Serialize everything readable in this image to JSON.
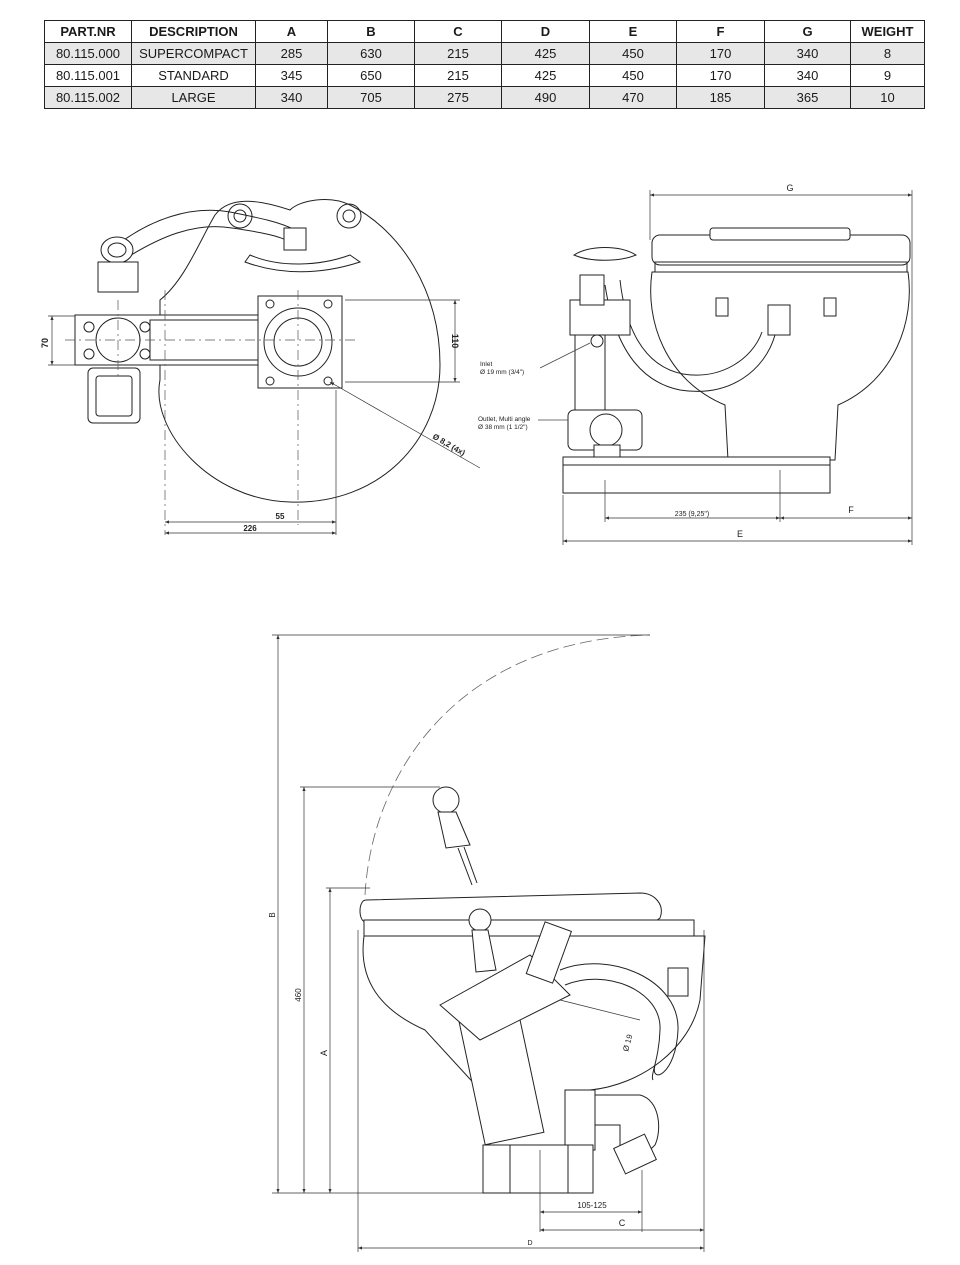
{
  "table": {
    "headers": [
      "PART.NR",
      "DESCRIPTION",
      "A",
      "B",
      "C",
      "D",
      "E",
      "F",
      "G",
      "WEIGHT"
    ],
    "rows": [
      [
        "80.115.000",
        "SUPERCOMPACT",
        "285",
        "630",
        "215",
        "425",
        "450",
        "170",
        "340",
        "8"
      ],
      [
        "80.115.001",
        "STANDARD",
        "345",
        "650",
        "215",
        "425",
        "450",
        "170",
        "340",
        "9"
      ],
      [
        "80.115.002",
        "LARGE",
        "340",
        "705",
        "275",
        "490",
        "470",
        "185",
        "365",
        "10"
      ]
    ]
  },
  "top_view": {
    "dim_70": "70",
    "dim_110": "110",
    "dim_hole": "Ø 8,2 (4x)",
    "dim_226": "226",
    "dim_55": "55"
  },
  "front_view": {
    "dim_g": "G",
    "inlet_line1": "Inlet",
    "inlet_line2": "Ø 19 mm (3/4\")",
    "outlet_line1": "Outlet, Multi angle",
    "outlet_line2": "Ø 38 mm (1 1/2\")",
    "dim_235": "235 (9,25\")",
    "dim_f": "F",
    "dim_e": "E"
  },
  "side_view": {
    "dim_b": "B",
    "dim_460": "460",
    "dim_a": "A",
    "dim_19": "Ø 19",
    "dim_105": "105-125",
    "dim_c": "C",
    "dim_d": "D"
  }
}
